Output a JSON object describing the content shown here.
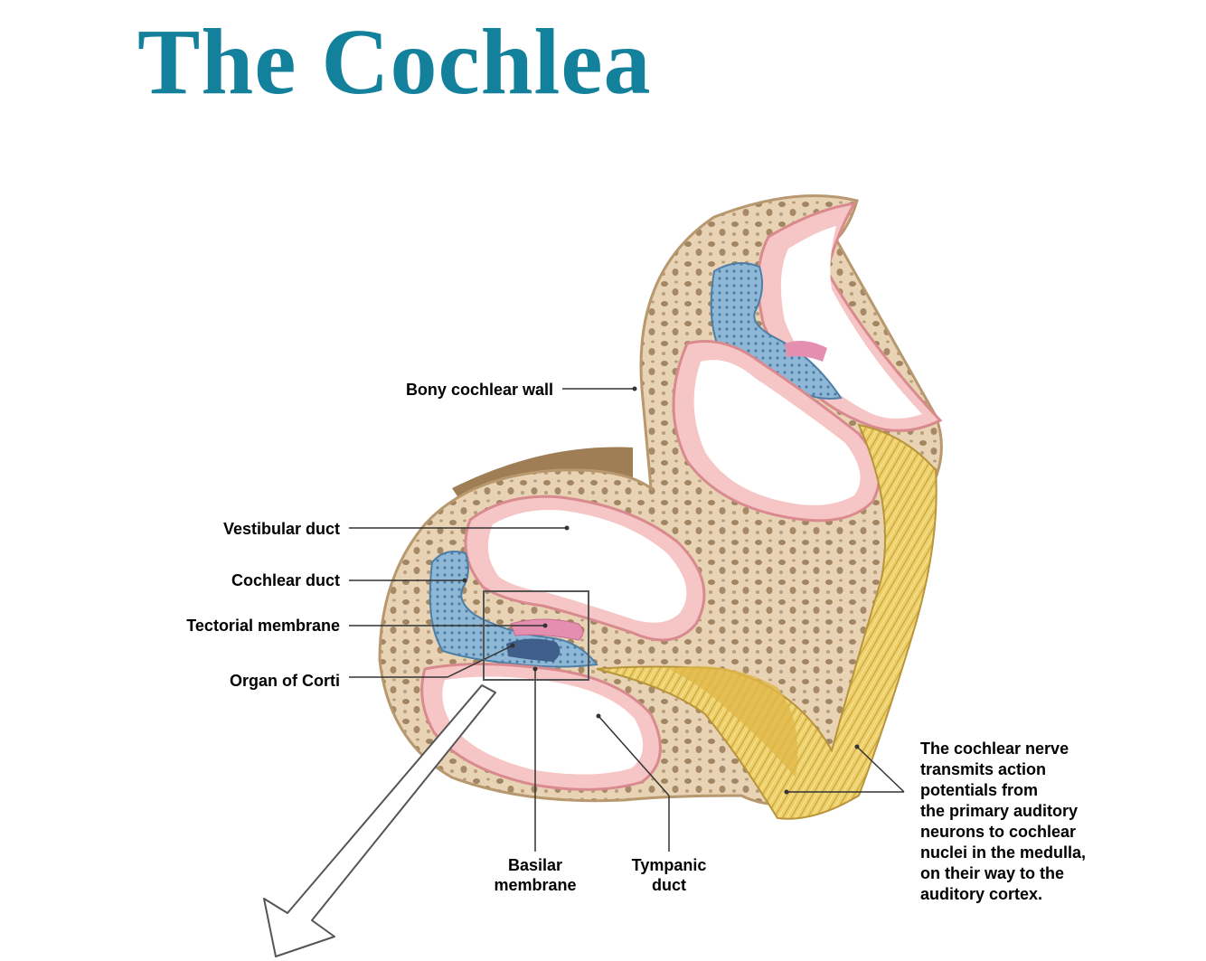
{
  "title": "The Cochlea",
  "labels": {
    "bony_cochlear_wall": "Bony cochlear wall",
    "vestibular_duct": "Vestibular duct",
    "cochlear_duct": "Cochlear duct",
    "tectorial_membrane": "Tectorial membrane",
    "organ_of_corti": "Organ of Corti",
    "basilar_membrane_line1": "Basilar",
    "basilar_membrane_line2": "membrane",
    "tympanic_duct_line1": "Tympanic",
    "tympanic_duct_line2": "duct"
  },
  "nerve_note": [
    "The cochlear nerve",
    "transmits action",
    "potentials from",
    "the primary auditory",
    "neurons to cochlear",
    "nuclei in the medulla,",
    "on their way to the",
    "auditory cortex."
  ],
  "colors": {
    "title": "#13809c",
    "bone": "#e8d3b5",
    "bone_pores": "#8a6a45",
    "duct_lining": "#e9a6a8",
    "cochlear_duct": "#8fb8d6",
    "nerve": "#e8c85a"
  }
}
